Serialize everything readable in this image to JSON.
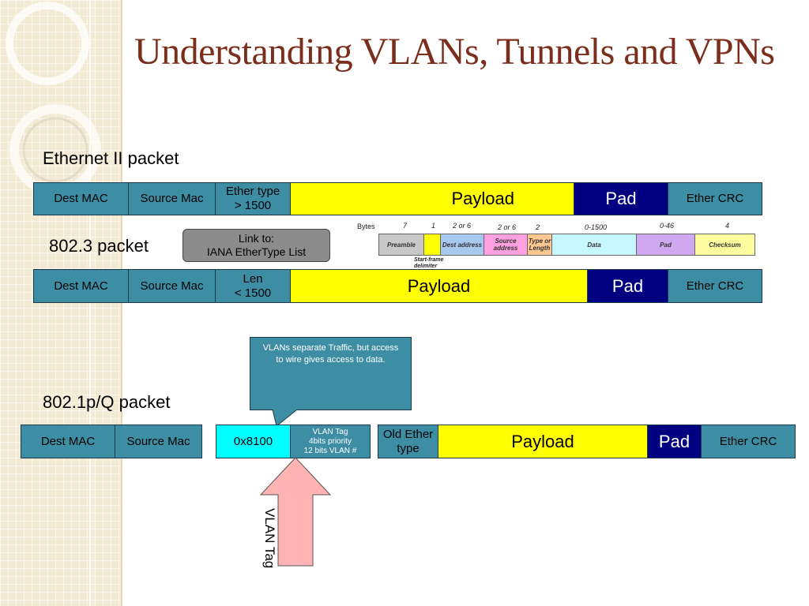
{
  "title": "Understanding VLANs, Tunnels and VPNs",
  "ethernet_ii": {
    "label": "Ethernet II packet",
    "dest": "Dest MAC",
    "source": "Source Mac",
    "type_line1": "Ether type",
    "type_line2": "> 1500",
    "payload": "Payload",
    "pad": "Pad",
    "crc": "Ether CRC"
  },
  "link_box": {
    "line1": "Link to:",
    "line2": "IANA EtherType List"
  },
  "p8023": {
    "label": "802.3 packet",
    "dest": "Dest MAC",
    "source": "Source Mac",
    "len_line1": "Len",
    "len_line2": "< 1500",
    "payload": "Payload",
    "pad": "Pad",
    "crc": "Ether CRC"
  },
  "frame_figure": {
    "bytes_label": "Bytes",
    "byte_counts": [
      "7",
      "1",
      "2 or 6",
      "2 or 6",
      "2",
      "0-1500",
      "0-46",
      "4"
    ],
    "fields": [
      "Preamble",
      "",
      "Dest address",
      "Source address",
      "Type or Length",
      "Data",
      "Pad",
      "Checksum"
    ],
    "sfd_label": "Start-frame delimiter"
  },
  "callout": {
    "text": "VLANs separate Traffic, but access to wire gives access to data."
  },
  "p8021q": {
    "label": "802.1p/Q packet",
    "dest": "Dest MAC",
    "source": "Source Mac",
    "tpid": "0x8100",
    "vlan_line1": "VLAN Tag",
    "vlan_line2": "4bits priority",
    "vlan_line3": "12 bits VLAN #",
    "old_line1": "Old Ether",
    "old_line2": "type",
    "payload": "Payload",
    "pad": "Pad",
    "crc": "Ether CRC"
  },
  "arrow": {
    "label": "VLAN Tag"
  },
  "colors": {
    "title": "#7a2e1b",
    "field_teal": "#3d8ea5",
    "payload_yellow": "#ffff00",
    "pad_navy": "#000080",
    "tag_cyan": "#00ffff",
    "arrow_pink": "#ffb3b3"
  }
}
